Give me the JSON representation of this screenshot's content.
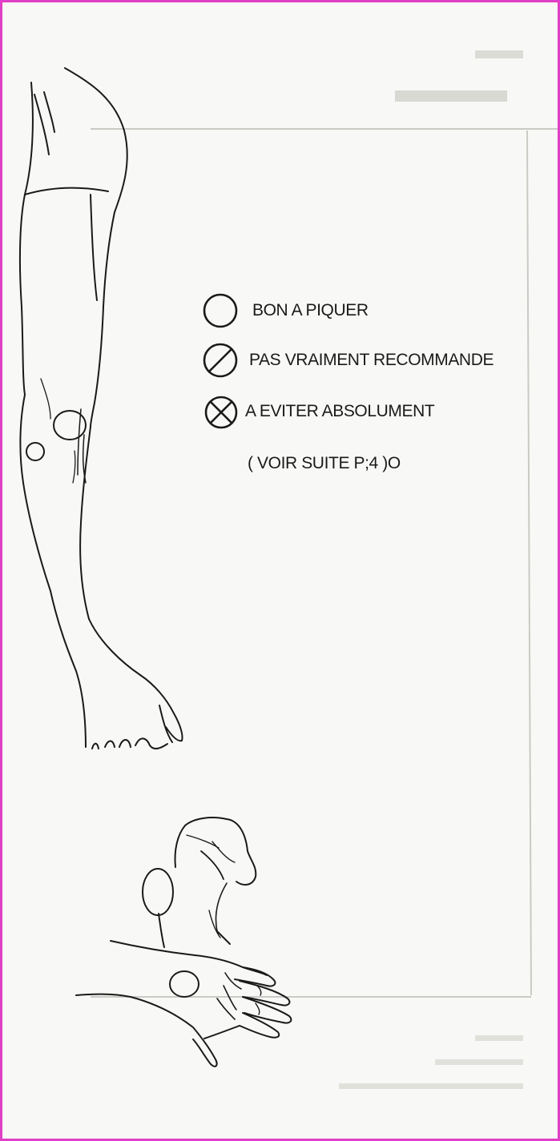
{
  "legend": {
    "good": {
      "label": "BON A PIQUER",
      "symbol": "open-circle-icon"
    },
    "not_recommended": {
      "label": "PAS VRAIMENT RECOMMANDE",
      "symbol": "slashed-circle-icon"
    },
    "avoid": {
      "label": "A EVITER ABSOLUMENT",
      "symbol": "crossed-circle-icon"
    }
  },
  "note": "( VOIR SUITE P;4 )O",
  "colors": {
    "ink": "#1a1a1a",
    "paper": "#f8f9f6",
    "frame": "#e040c8"
  }
}
